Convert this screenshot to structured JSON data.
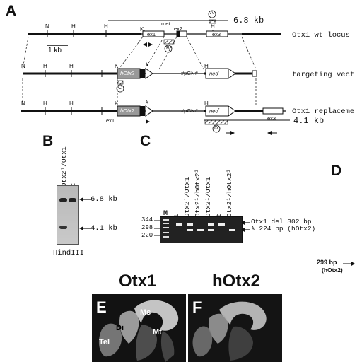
{
  "panel_a": {
    "letter": "A",
    "locus_labels": [
      "Otx1 wt locus",
      "targeting vect",
      "Otx1 replaceme"
    ],
    "fragment_wt": "6.8 kb",
    "fragment_rep": "4.1 kb",
    "scale": "1 kb",
    "sites": {
      "N": "N",
      "H": "H",
      "K": "K"
    },
    "exons": {
      "ex1": "ex1",
      "ex2": "ex2",
      "ex3": "ex3"
    },
    "met": "met",
    "hotx2": "hOtx2",
    "neo": "neo",
    "neo_sup": "r",
    "pgn": "#pGN#",
    "lambda": "λ",
    "probes": {
      "a": "A",
      "b": "B",
      "c": "C",
      "d": "D"
    }
  },
  "panel_b": {
    "letter": "B",
    "lanes": [
      "hOtx2¹/Otx1",
      "wt"
    ],
    "bands": [
      "6.8 kb",
      "4.1 kb"
    ],
    "enzyme": "HindIII"
  },
  "panel_c": {
    "letter": "C",
    "marker": "M",
    "lanes": [
      "wt",
      "hOtx2¹/Otx1",
      "hOtx2¹/hOtx2¹",
      "hOtx2¹/Otx1",
      "wt",
      "hOtx2¹/hOtx2¹"
    ],
    "sizes": [
      "344",
      "298",
      "220"
    ],
    "bands": [
      "Otx1 del 302 bp",
      "λ 224 bp (hOtx2)"
    ]
  },
  "panel_d": {
    "letter": "D",
    "band": "299 bp",
    "band_sub": "(hOtx2)"
  },
  "panel_ef": {
    "title_e": "Otx1",
    "title_f": "hOtx2",
    "letter_e": "E",
    "letter_f": "F",
    "regions": [
      "Ms",
      "Di",
      "Mt",
      "Tel"
    ]
  }
}
